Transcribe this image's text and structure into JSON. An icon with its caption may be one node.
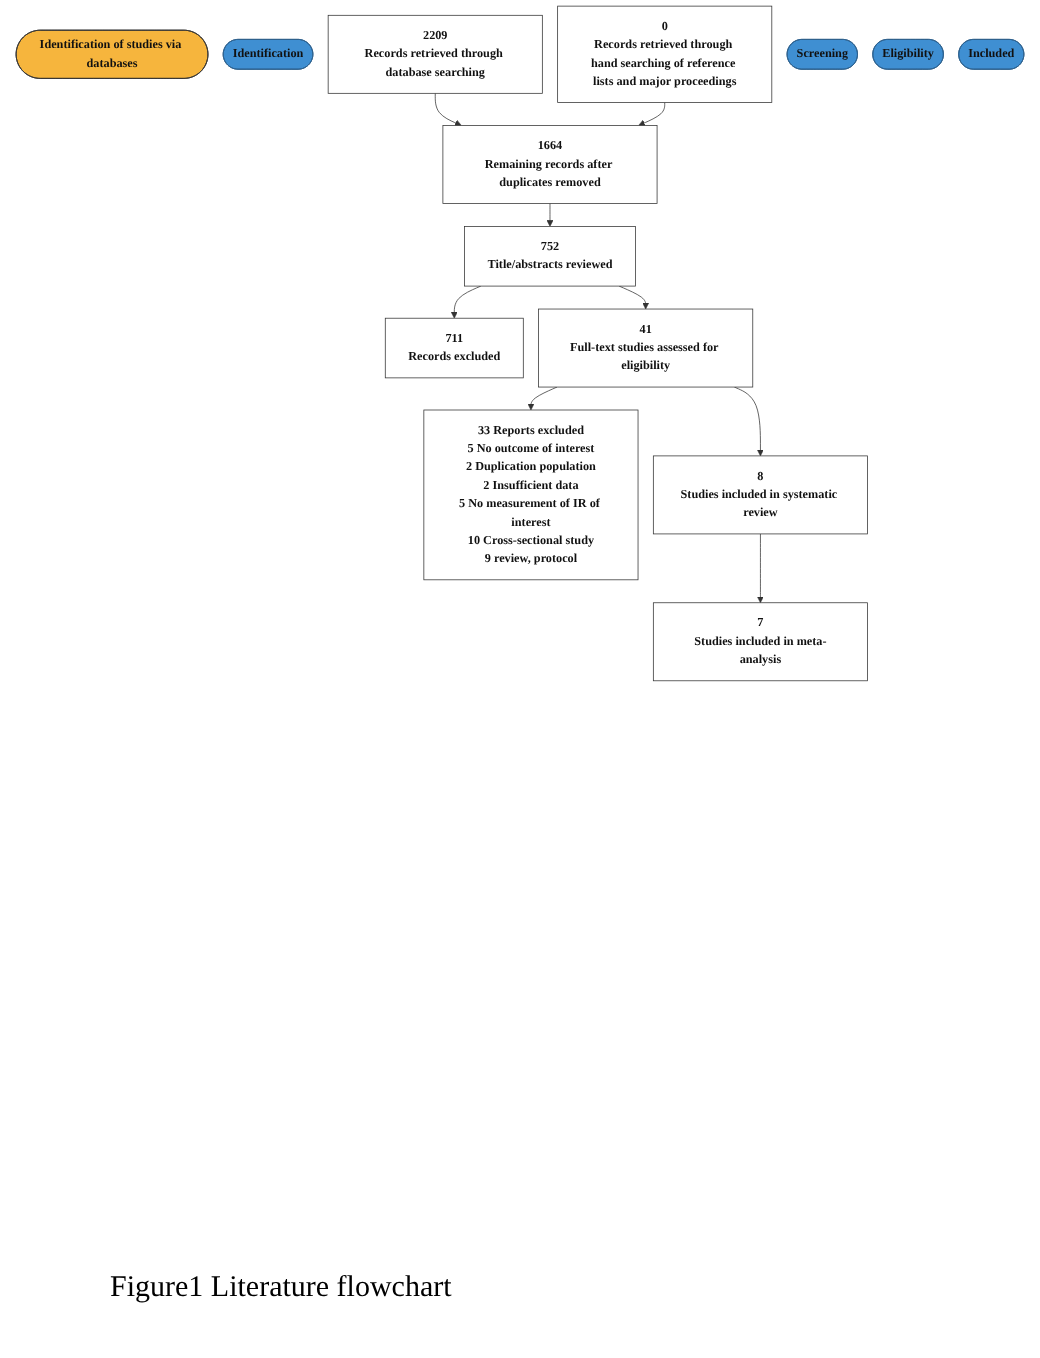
{
  "diagram": {
    "caption": "Figure1 Literature flowchart",
    "nodes": [
      {
        "text": [
          "Identification of studies via databases"
        ]
      },
      {
        "text": [
          "Identification"
        ]
      },
      {
        "text": [
          "2209",
          "Records retrieved through database searching"
        ]
      },
      {
        "text": [
          "0",
          "Records retrieved through hand searching of reference lists and major proceedings"
        ]
      },
      {
        "text": [
          "Screening"
        ]
      },
      {
        "text": [
          "1664",
          "Remaining records after duplicates removed"
        ]
      },
      {
        "text": [
          "752",
          "Title/abstracts reviewed"
        ]
      },
      {
        "text": [
          "711",
          "Records excluded"
        ]
      },
      {
        "text": [
          "41",
          "Full-text studies assessed for eligibility"
        ]
      },
      {
        "text": [
          "Eligibility"
        ]
      },
      {
        "text": [
          "33 Reports excluded",
          "5 No outcome of interest",
          "2 Duplication population",
          "2 Insufficient data",
          "5 No measurement of IR of interest",
          "10 Cross-sectional study",
          "9 review, protocol"
        ]
      },
      {
        "text": [
          "8",
          "Studies included in systematic review"
        ]
      },
      {
        "text": [
          "Included"
        ]
      },
      {
        "text": [
          "7",
          "Studies included in meta-analysis"
        ]
      }
    ],
    "edges": [
      {
        "from": 2,
        "to": 5,
        "arrow": "to"
      },
      {
        "from": 3,
        "to": 5,
        "arrow": "to"
      },
      {
        "from": 5,
        "to": 6,
        "arrow": "to"
      },
      {
        "from": 6,
        "to": 8,
        "arrow": "to"
      },
      {
        "from": 6,
        "to": 7,
        "arrow": "to"
      },
      {
        "from": 8,
        "to": 11,
        "arrow": "to"
      },
      {
        "from": 8,
        "to": 10,
        "arrow": "to"
      },
      {
        "from": 11,
        "to": 13,
        "arrow": "to"
      }
    ]
  }
}
